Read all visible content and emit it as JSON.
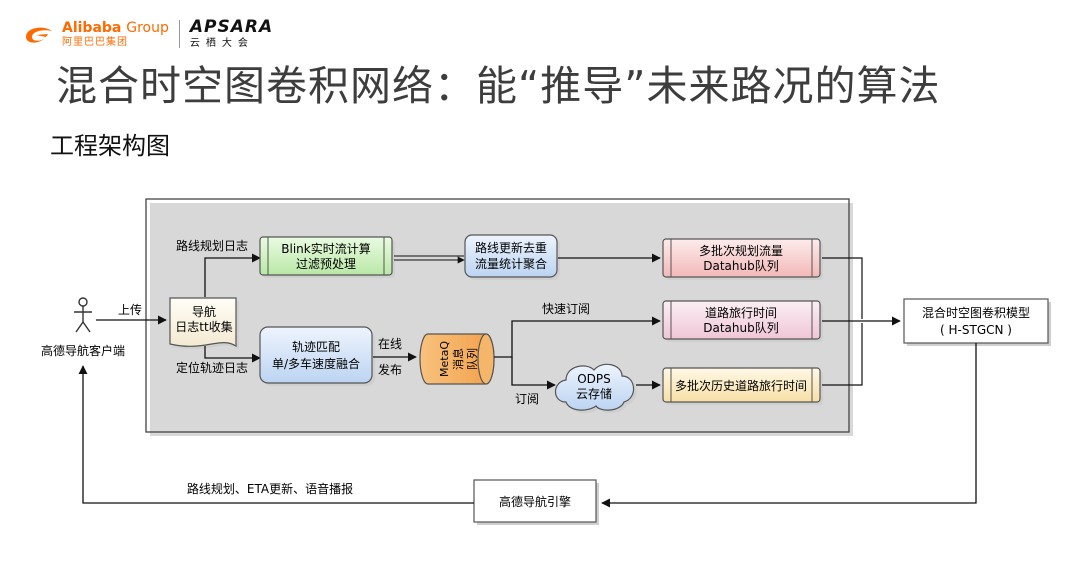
{
  "header": {
    "alibaba_en": "Alibaba",
    "alibaba_group": "Group",
    "alibaba_cn": "阿里巴巴集团",
    "apsara_en": "APSARA",
    "apsara_cn": "云栖大会"
  },
  "title": "混合时空图卷积网络：能“推导”未来路况的算法",
  "subtitle": "工程架构图",
  "diagram": {
    "client": "高德导航客户端",
    "upload": "上传",
    "log_collect": [
      "导航",
      "日志tt收集"
    ],
    "route_log": "路线规划日志",
    "track_log": "定位轨迹日志",
    "blink": [
      "Blink实时流计算",
      "过滤预处理"
    ],
    "dedup": [
      "路线更新去重",
      "流量统计聚合"
    ],
    "track_match": [
      "轨迹匹配",
      "单/多车速度融合"
    ],
    "online": "在线",
    "publish": "发布",
    "metaq": [
      "MetaQ",
      "消息",
      "队列"
    ],
    "fast_subscribe": "快速订阅",
    "subscribe": "订阅",
    "odps": [
      "ODPS",
      "云存储"
    ],
    "q_flow": [
      "多批次规划流量",
      "Datahub队列"
    ],
    "q_travel": [
      "道路旅行时间",
      "Datahub队列"
    ],
    "q_hist": "多批次历史道路旅行时间",
    "model": [
      "混合时空图卷积模型",
      "( H-STGCN )"
    ],
    "engine": "高德导航引擎",
    "feedback": "路线规划、ETA更新、语音播报"
  }
}
